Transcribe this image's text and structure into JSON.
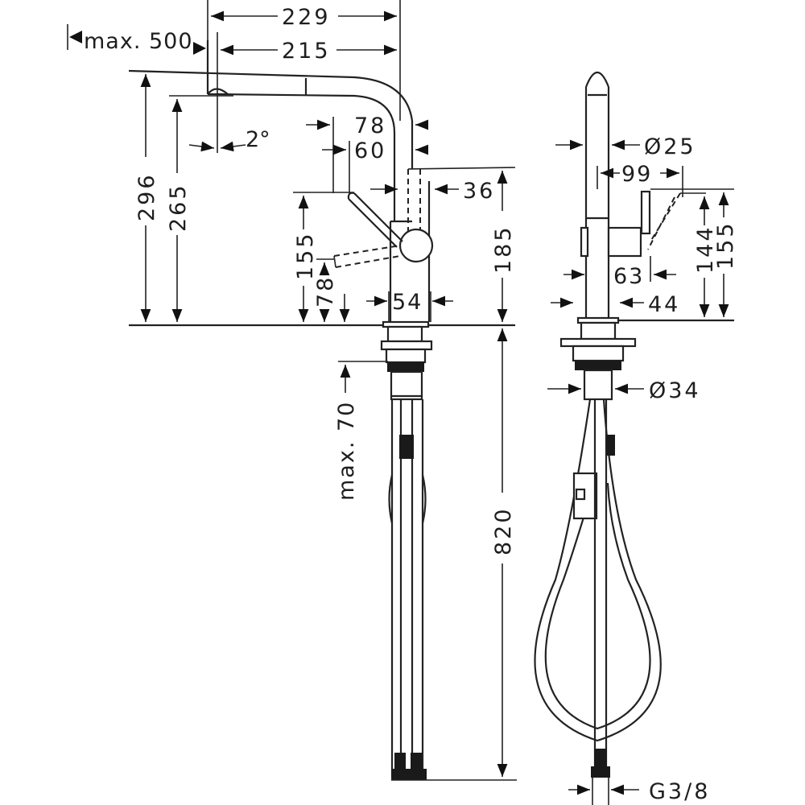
{
  "drawing": {
    "type": "technical dimension drawing",
    "subject": "kitchen faucet with pull-out spray",
    "views": [
      "front-view",
      "side-view"
    ],
    "line_color": "#222222",
    "background": "#ffffff"
  },
  "front_view": {
    "dimensions": {
      "max_reach": "max. 500",
      "overall_width": "229",
      "spout_reach": "215",
      "spout_angle": "2°",
      "handle_reach_78": "78",
      "handle_reach_60": "60",
      "spout_height_total": "296",
      "spout_outlet_height": "265",
      "lever_height": "155",
      "lever_low_height": "78",
      "body_diameter": "54",
      "spout_tube_width": "36",
      "body_height": "185",
      "max_counter_thickness": "max. 70",
      "hose_length": "820"
    }
  },
  "side_view": {
    "dimensions": {
      "spout_diameter": "Ø25",
      "handle_projection": "99",
      "handle_width": "63",
      "base_width": "44",
      "handle_height_144": "144",
      "handle_height_155": "155",
      "shank_diameter": "Ø34",
      "connection_thread": "G3/8"
    }
  }
}
